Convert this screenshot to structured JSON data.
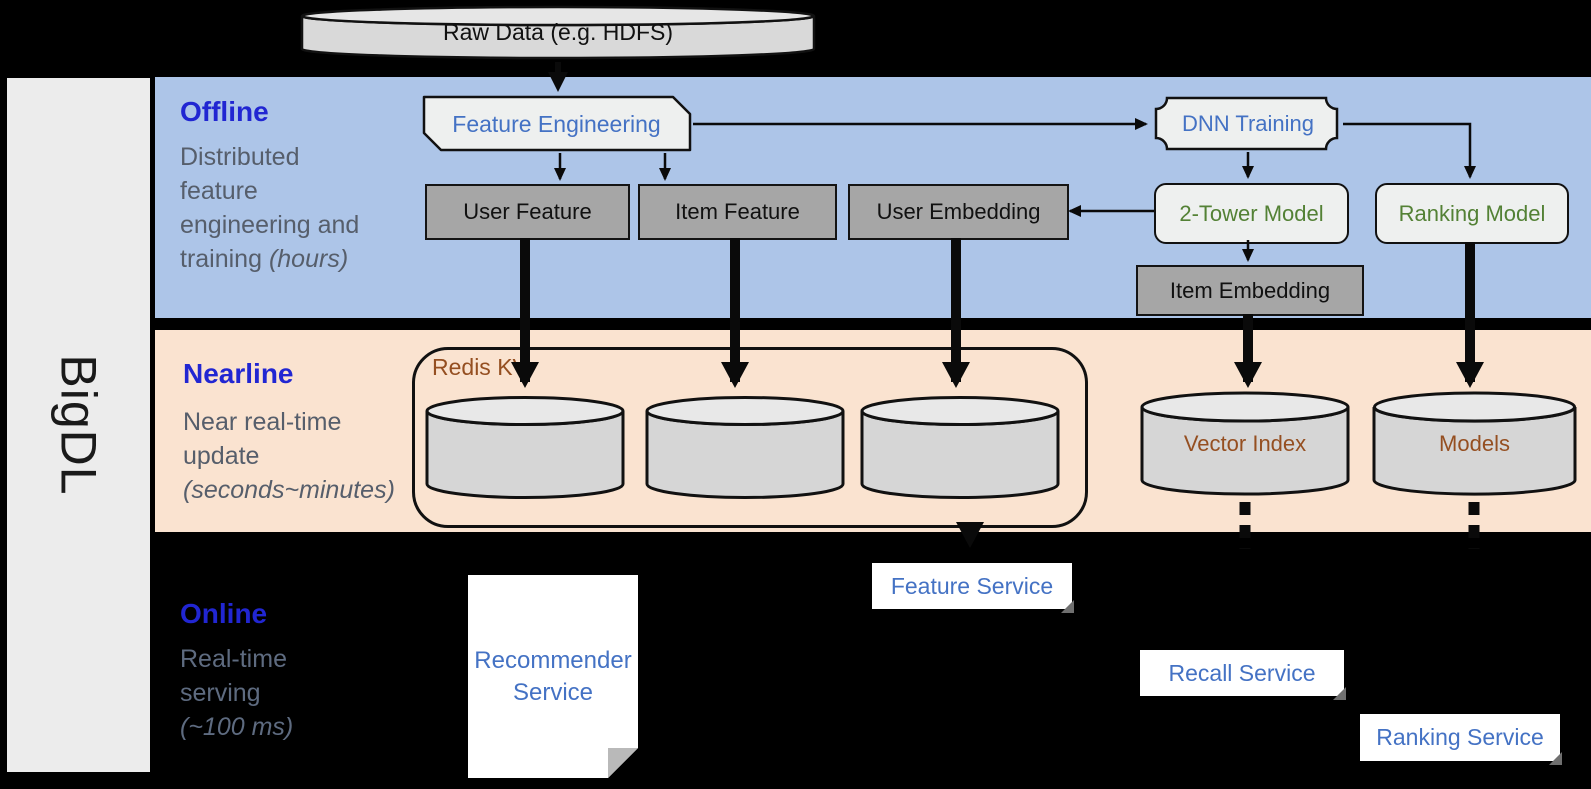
{
  "brand": "BigDL",
  "raw_data": {
    "label": "Raw Data (e.g. HDFS)"
  },
  "sections": {
    "offline": {
      "label": "Offline",
      "line1": "Distributed",
      "line2": "feature",
      "line3": "engineering and",
      "line4": "training ",
      "line4_italic": "(hours)"
    },
    "nearline": {
      "label": "Nearline",
      "line1": "Near real-time",
      "line2": "update",
      "line3_italic": "(seconds~minutes)"
    },
    "online": {
      "label": "Online",
      "line1": "Real-time",
      "line2": "serving",
      "line3_italic": "(~100 ms)"
    }
  },
  "nodes": {
    "feature_engineering": "Feature Engineering",
    "dnn_training": "DNN Training",
    "user_feature": "User Feature",
    "item_feature": "Item Feature",
    "user_embedding": "User Embedding",
    "two_tower_model": "2-Tower Model",
    "ranking_model": "Ranking Model",
    "item_embedding": "Item Embedding",
    "redis_kv": "Redis KV",
    "vector_index": "Vector Index",
    "models": "Models",
    "recommender_service": "Recommender Service",
    "feature_service": "Feature Service",
    "recall_service": "Recall Service",
    "ranking_service": "Ranking Service"
  },
  "colors": {
    "background": "#000000",
    "offline_band": "#adc5e8",
    "nearline_band": "#fae3d0",
    "section_label_blue": "#2126d2",
    "muted_text": "#565e6b",
    "online_muted_text": "#5e6b80",
    "node_text_blue": "#4472c4",
    "node_text_green": "#538135",
    "db_text_brown": "#954f21",
    "gray_box_fill": "#a6a6a6",
    "light_box_fill": "#eef0ef",
    "cylinder_fill": "#d6d6d6",
    "sidebar_fill": "#ececec"
  }
}
